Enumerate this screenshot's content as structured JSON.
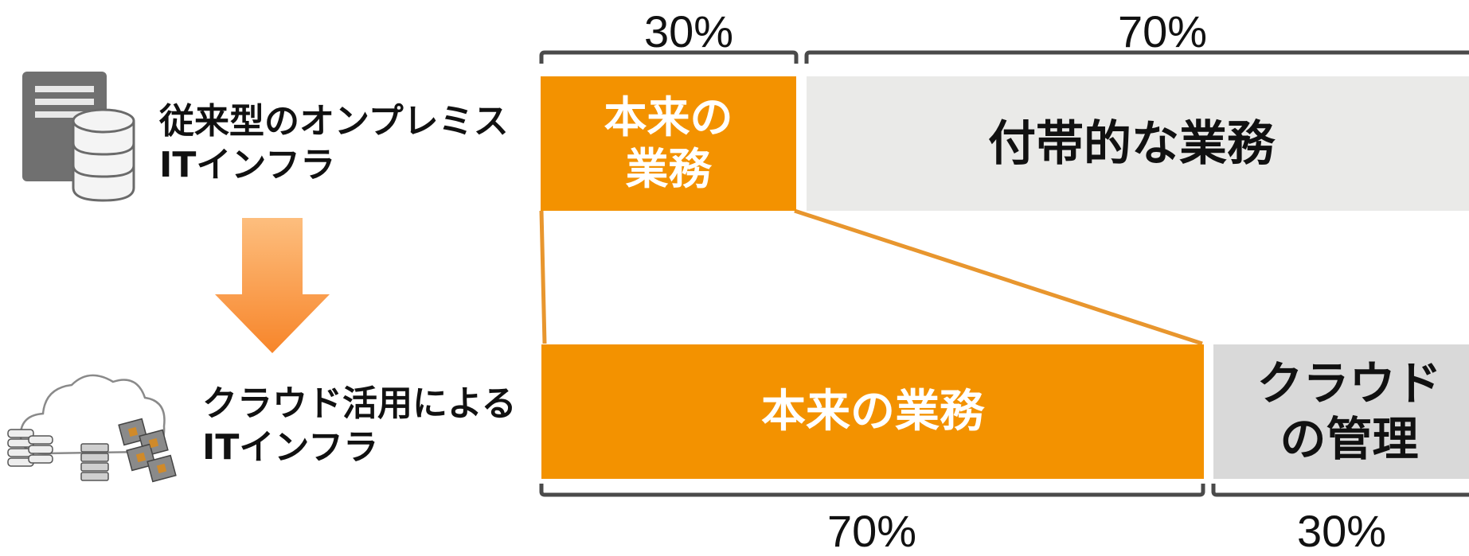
{
  "before": {
    "label_line1": "従来型のオンプレミス",
    "label_line2": "ITインフラ",
    "core_share": "30%",
    "other_share": "70%",
    "core_label_line1": "本来の",
    "core_label_line2": "業務",
    "other_label": "付帯的な業務",
    "icon": "server-database-icon"
  },
  "after": {
    "label_line1": "クラウド活用による",
    "label_line2": "ITインフラ",
    "core_share": "70%",
    "other_share": "30%",
    "core_label": "本来の業務",
    "other_label_line1": "クラウド",
    "other_label_line2": "の管理",
    "icon": "cloud-infrastructure-icon"
  },
  "transition_icon": "arrow-down-icon",
  "colors": {
    "core": "#F39200",
    "other_top": "#EAEAE8",
    "other_bottom": "#D9D9D9",
    "bracket": "#4A4A4A",
    "arrow_top": "#FDBE7E",
    "arrow_bottom": "#F7852A"
  }
}
